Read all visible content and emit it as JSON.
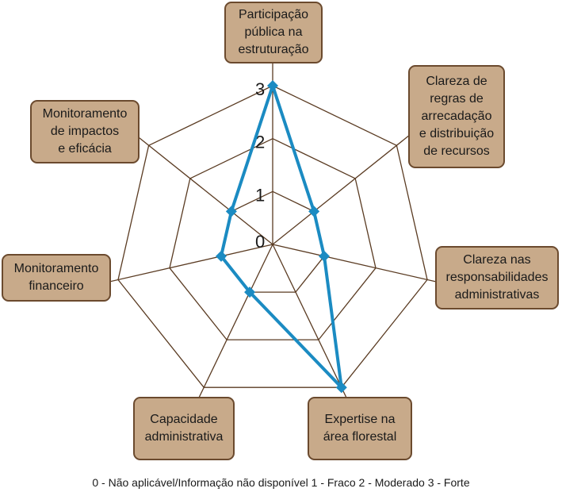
{
  "chart_data": {
    "type": "radar",
    "axes": [
      "Participação\npública na\nestruturação",
      "Clareza de\nregras de\narrecadação\ne distribuição\nde recursos",
      "Clareza nas\nresponsabilidades\nadministrativas",
      "Expertise na\nárea florestal",
      "Capacidade\nadministrativa",
      "Monitoramento\nfinanceiro",
      "Monitoramento\nde impactos\ne eficácia"
    ],
    "values": [
      3,
      1,
      1,
      3,
      1,
      1,
      1
    ],
    "rlim": [
      0,
      3
    ],
    "rticks": [
      "0",
      "1",
      "2",
      "3"
    ],
    "legend_text": "0 - Não aplicável/Informação não disponível  1 - Fraco  2 - Moderado  3 - Forte",
    "colors": {
      "series": "#1b8bc2",
      "grid": "#5a3b22",
      "box_fill": "#c8aa8a",
      "box_border": "#6b4a2e"
    }
  }
}
